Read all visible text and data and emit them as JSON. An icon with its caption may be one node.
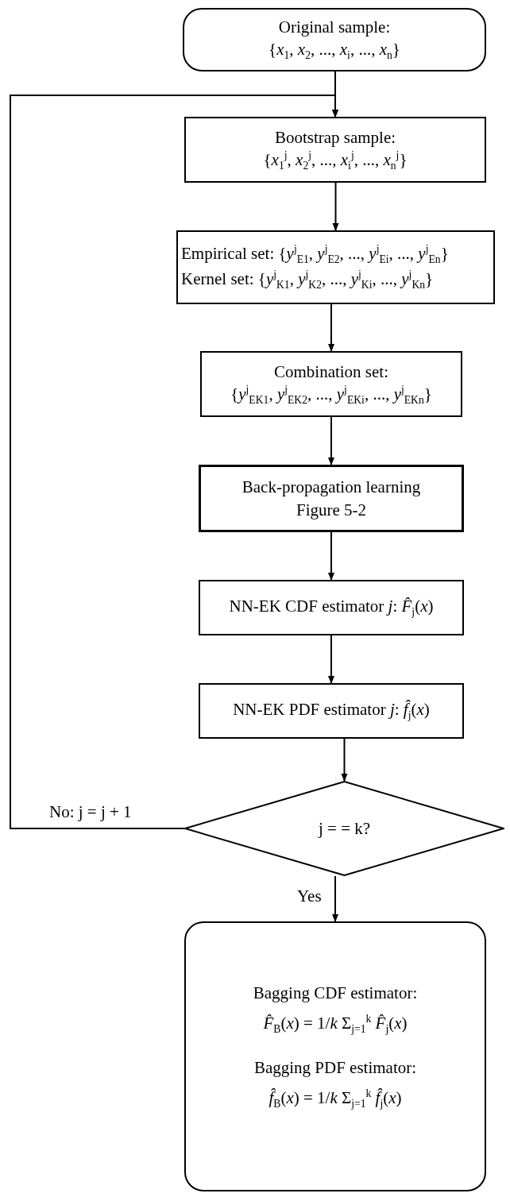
{
  "diagram": {
    "nodes": [
      {
        "text": [
          "Original sample:",
          "{*x*$_{1}$, *x*$_{2}$, ..., *x*$_{i}$, ..., *x*$_{n}$}"
        ]
      },
      {
        "text": [
          "Bootstrap sample:",
          "{*x*$_{1}$$^{j}$, *x*$_{2}$$^{j}$, ..., *x*$_{i}$$^{j}$, ..., *x*$_{n}$$^{j}$}"
        ]
      },
      {
        "text": [
          "Empirical set: {*y*$^{j}$$_{E1}$, *y*$^{j}$$_{E2}$, ..., *y*$^{j}$$_{Ei}$, ..., *y*$^{j}$$_{En}$}",
          "Kernel set: {*y*$^{j}$$_{K1}$, *y*$^{j}$$_{K2}$, ..., *y*$^{j}$$_{Ki}$, ..., *y*$^{j}$$_{Kn}$}"
        ]
      },
      {
        "text": [
          "Combination set:",
          "{*y*$^{j}$$_{EK1}$, *y*$^{j}$$_{EK2}$, ..., *y*$^{j}$$_{EKi}$, ..., *y*$^{j}$$_{EKn}$}"
        ]
      },
      {
        "text": [
          "Back-propagation learning",
          "Figure 5-2"
        ]
      },
      {
        "text": [
          "NN-EK CDF estimator *j*: *F̂*$_{j}$(*x*)"
        ]
      },
      {
        "text": [
          "NN-EK PDF estimator *j*: *f̂*$_{j}$(*x*)"
        ]
      },
      {
        "text": [
          "j = = k?"
        ]
      },
      {
        "text": [
          "Bagging CDF estimator:",
          "*F̂*$_{B}$(*x*) = 1/*k* Σ$_{j=1}$$^{k}$ *F̂*$_{j}$(*x*)",
          "Bagging PDF estimator:",
          "*f̂*$_{B}$(*x*) = 1/*k* Σ$_{j=1}$$^{k}$ *f̂*$_{j}$(*x*)"
        ]
      }
    ],
    "edges": [
      {
        "from": 0,
        "to": 1,
        "arrow": "to"
      },
      {
        "from": 1,
        "to": 2,
        "arrow": "to"
      },
      {
        "from": 2,
        "to": 3,
        "arrow": "to"
      },
      {
        "from": 3,
        "to": 4,
        "arrow": "to"
      },
      {
        "from": 4,
        "to": 5,
        "arrow": "to"
      },
      {
        "from": 5,
        "to": 6,
        "arrow": "to"
      },
      {
        "from": 6,
        "to": 7,
        "arrow": "to"
      },
      {
        "from": 7,
        "to": 1,
        "arrow": "to",
        "label": "No: j = j + 1"
      },
      {
        "from": 7,
        "to": 8,
        "arrow": "to",
        "label": "Yes"
      }
    ]
  }
}
